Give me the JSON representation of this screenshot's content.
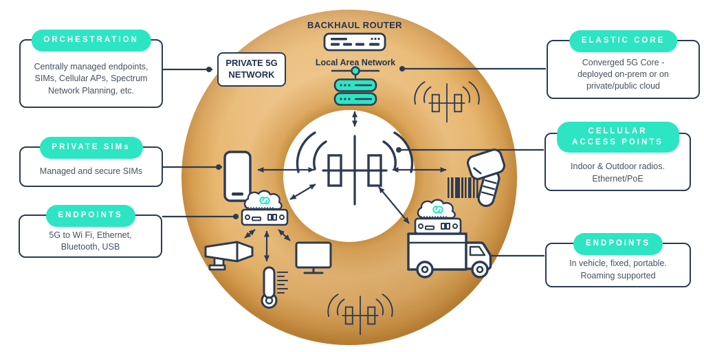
{
  "diagram": {
    "backhaul_router_label": "BACKHAUL ROUTER",
    "lan_label": "Local Area Network",
    "network_box_label": "PRIVATE 5G NETWORK"
  },
  "callouts": {
    "orchestration": {
      "title": "ORCHESTRATION",
      "body": "Centrally managed endpoints, SIMs, Cellular APs, Spectrum Network Planning, etc."
    },
    "private_sims": {
      "title": "PRIVATE SIMs",
      "body": "Managed and secure SIMs"
    },
    "endpoints_left": {
      "title": "ENDPOINTS",
      "body": "5G to Wi Fi, Ethernet, Bluetooth, USB"
    },
    "elastic_core": {
      "title": "ELASTIC CORE",
      "body": "Converged 5G Core - deployed on-prem or on private/public cloud"
    },
    "cellular_access_points": {
      "title": "CELLULAR ACCESS POINTS",
      "body": "Indoor & Outdoor radios. Ethernet/PoE"
    },
    "endpoints_right": {
      "title": "ENDPOINTS",
      "body": "In vehicle, fixed, portable. Roaming supported"
    }
  },
  "icons": [
    "backhaul-router-icon",
    "lan-node-icon",
    "lan-server-icon",
    "cell-tower-icon",
    "smartphone-icon",
    "cloud-router-icon",
    "security-camera-icon",
    "thermometer-icon",
    "monitor-icon",
    "barcode-scanner-icon",
    "truck-icon",
    "small-cell-tower-icon"
  ],
  "colors": {
    "accent_teal": "#2DE5C3",
    "navy": "#2B3B52",
    "donut_gold_mid": "#EBBE7E",
    "donut_gold_dark": "#C58A3C",
    "body_text": "#44525F"
  }
}
